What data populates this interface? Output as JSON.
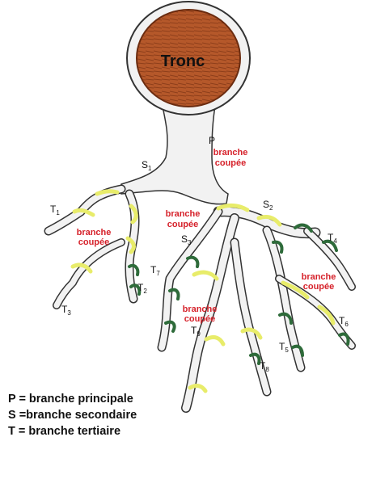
{
  "title": "Tronc",
  "colors": {
    "trunk_fill": "#b5582a",
    "trunk_dark": "#7a3414",
    "branch_fill": "#f2f2f2",
    "branch_outline": "#333333",
    "yellow_band": "#e8ec6a",
    "green_band": "#2e6b3a",
    "cut_label": "#d6222b"
  },
  "labels": {
    "P": "P",
    "S1": "S",
    "S1_sub": "1",
    "S2": "S",
    "S2_sub": "2",
    "S3": "S",
    "S3_sub": "3",
    "T1": "T",
    "T1_sub": "1",
    "T2": "T",
    "T2_sub": "2",
    "T3": "T",
    "T3_sub": "3",
    "T4": "T",
    "T4_sub": "4",
    "T5": "T",
    "T5_sub": "5",
    "T6": "T",
    "T6_sub": "6",
    "T7": "T",
    "T7_sub": "7",
    "T8": "T",
    "T8_sub": "8",
    "T9": "T",
    "T9_sub": "9"
  },
  "cut_labels": {
    "p_line1": "branche",
    "p_line2": "coupée",
    "s3_line1": "branche",
    "s3_line2": "coupée",
    "t1_line1": "branche",
    "t1_line2": "coupée",
    "t4_line1": "branche",
    "t4_line2": "coupée",
    "t9_line1": "branche",
    "t9_line2": "coupée"
  },
  "legend": {
    "p": "P = branche principale",
    "s": "S =branche secondaire",
    "t": "T = branche tertiaire"
  }
}
